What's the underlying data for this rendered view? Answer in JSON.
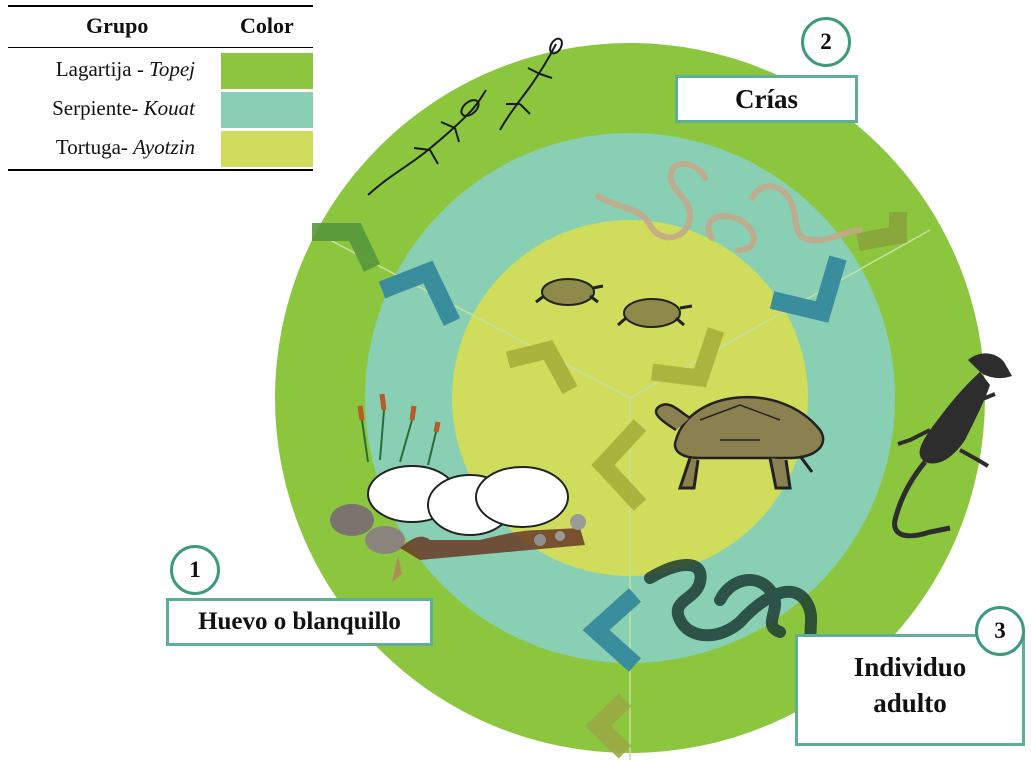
{
  "legend": {
    "header_group": "Grupo",
    "header_color": "Color",
    "rows": [
      {
        "name": "Lagartija - ",
        "name_italic": "Topej",
        "color": "#8cc63f"
      },
      {
        "name": "Serpiente- ",
        "name_italic": "Kouat",
        "color": "#88cfb4"
      },
      {
        "name": "Tortuga- ",
        "name_italic": "Ayotzin",
        "color": "#cfdc5c"
      }
    ]
  },
  "stages": {
    "egg": {
      "number": "1",
      "label": "Huevo o blanquillo"
    },
    "young": {
      "number": "2",
      "label": "Crías"
    },
    "adult": {
      "number": "3",
      "label_line1": "Individuo",
      "label_line2": "adulto"
    }
  },
  "colors": {
    "lizard_ring": "#8cc63f",
    "snake_ring": "#88cfb4",
    "turtle_ring": "#cfdc5c",
    "lizard_arrow": "#56963b",
    "snake_arrow": "#3a8d9c",
    "turtle_arrow": "#a8b23e",
    "box_border": "#5fae96"
  },
  "illustrations": [
    "lizard-icon",
    "snake-icon",
    "turtle-icon",
    "iguana-icon",
    "egg-nest-icon"
  ]
}
